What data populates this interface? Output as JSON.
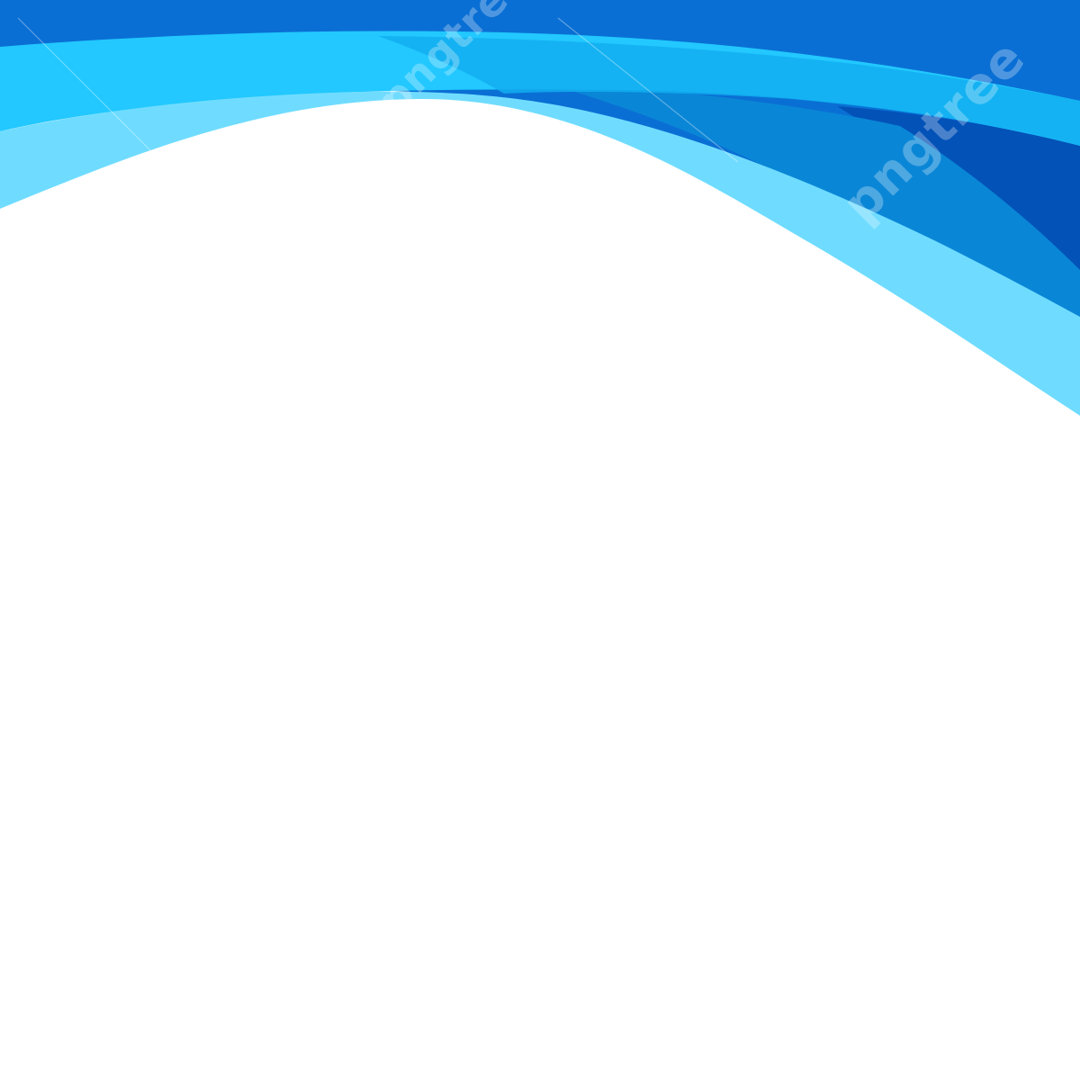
{
  "background": {
    "color": "#ffffff"
  },
  "waves": [
    {
      "name": "wave-deep-blue",
      "color": "#0a6fd4"
    },
    {
      "name": "wave-bright-cyan",
      "color": "#22c8ff"
    },
    {
      "name": "wave-mid-blue",
      "color": "#0a86d6"
    },
    {
      "name": "wave-navy",
      "color": "#0352b8"
    },
    {
      "name": "wave-light-cyan",
      "color": "#6fdcff"
    },
    {
      "name": "wave-sky-overlay",
      "color": "#12aef0"
    }
  ],
  "watermarks": [
    {
      "text": "pngtree",
      "icon": "pngtree-logo-icon"
    },
    {
      "text": "pngtree",
      "icon": "pngtree-logo-icon"
    }
  ]
}
